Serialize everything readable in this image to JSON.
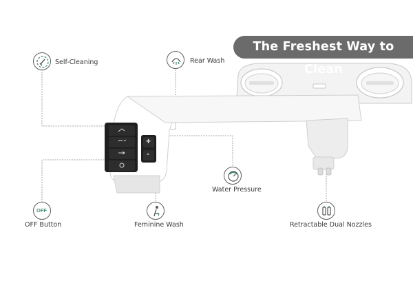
{
  "banner": {
    "text": "The Freshest Way to Clean"
  },
  "features": {
    "self_cleaning": {
      "label": "Self-Cleaning",
      "icon": "self-cleaning-icon"
    },
    "rear_wash": {
      "label": "Rear Wash",
      "icon": "rear-wash-icon"
    },
    "water_pressure": {
      "label": "Water Pressure",
      "icon": "gauge-icon"
    },
    "off_button": {
      "label": "OFF Button",
      "icon": "off-icon",
      "icon_text": "OFF"
    },
    "feminine_wash": {
      "label": "Feminine Wash",
      "icon": "feminine-wash-icon"
    },
    "nozzles": {
      "label": "Retractable Dual Nozzles",
      "icon": "dual-nozzles-icon"
    }
  },
  "control_panel": {
    "pressure_plus": "+",
    "pressure_minus": "-"
  },
  "colors": {
    "accent_green": "#3e8e6e",
    "banner_bg": "#6b6b6b",
    "line": "#7a7a7a"
  }
}
